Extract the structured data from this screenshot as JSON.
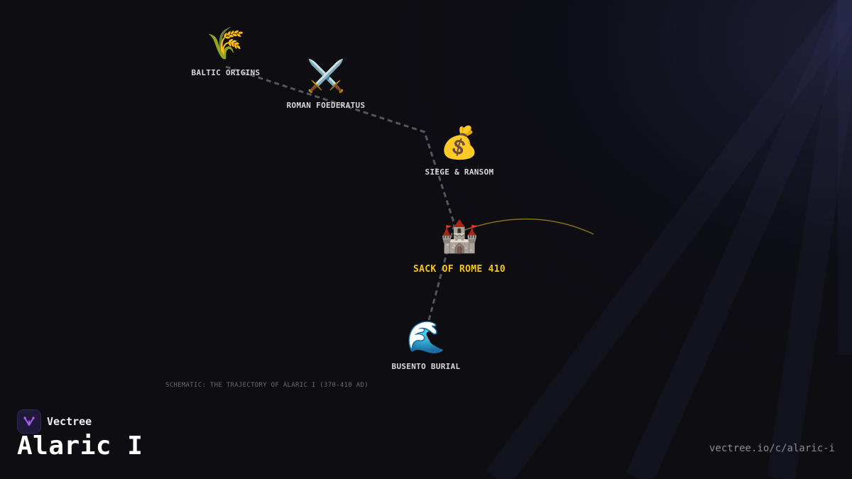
{
  "diagram": {
    "nodes": [
      {
        "id": "baltic",
        "icon": "wheat-icon",
        "glyph": "🌾",
        "label": "BALTIC ORIGINS"
      },
      {
        "id": "roman",
        "icon": "crossed-swords-icon",
        "glyph": "⚔️",
        "label": "ROMAN FOEDERATUS"
      },
      {
        "id": "siege",
        "icon": "money-bag-icon",
        "glyph": "💰",
        "label": "SIEGE & RANSOM"
      },
      {
        "id": "rome",
        "icon": "castle-icon",
        "glyph": "🏰",
        "label": "SACK OF ROME 410",
        "highlight": true
      },
      {
        "id": "busento",
        "icon": "wave-icon",
        "glyph": "🌊",
        "label": "BUSENTO BURIAL"
      }
    ],
    "caption": "SCHEMATIC: THE TRAJECTORY OF ALARIC I (370-410 AD)",
    "colors": {
      "path": "#55555c",
      "highlight": "#f5c518",
      "arc": "#8a6d1e"
    }
  },
  "brand": {
    "name": "Vectree",
    "logo_icon": "vectree-logo-icon"
  },
  "page": {
    "title": "Alaric I",
    "url": "vectree.io/c/alaric-i"
  }
}
